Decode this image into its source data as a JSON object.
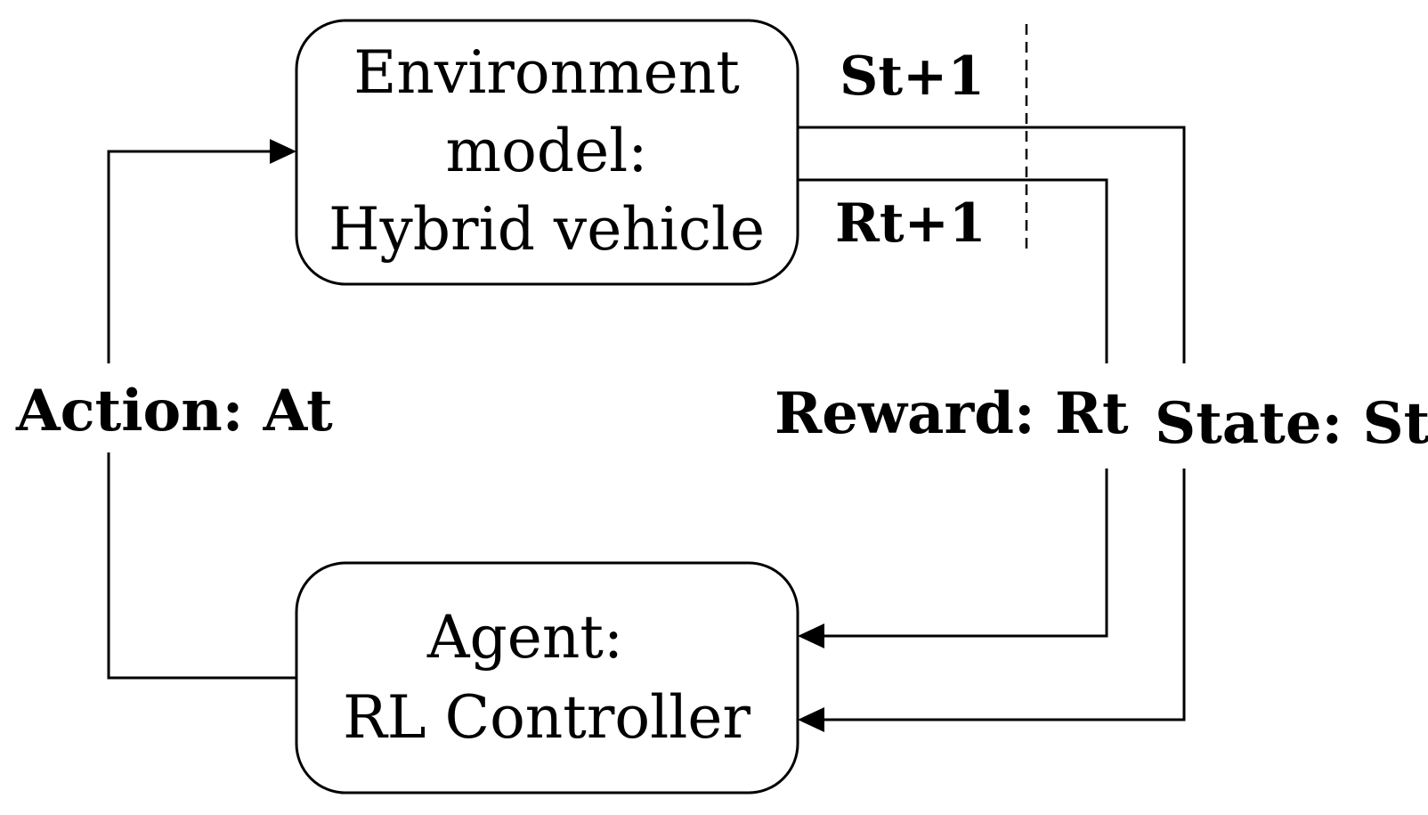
{
  "environment_box": {
    "line1": "Environment",
    "line2": "model:",
    "line3": "Hybrid vehicle"
  },
  "agent_box": {
    "line1": "Agent:",
    "line2": "RL Controller"
  },
  "labels": {
    "next_state": "St+1",
    "next_reward": "Rt+1",
    "action": "Action: At",
    "reward": "Reward: Rt",
    "state": "State: St"
  }
}
